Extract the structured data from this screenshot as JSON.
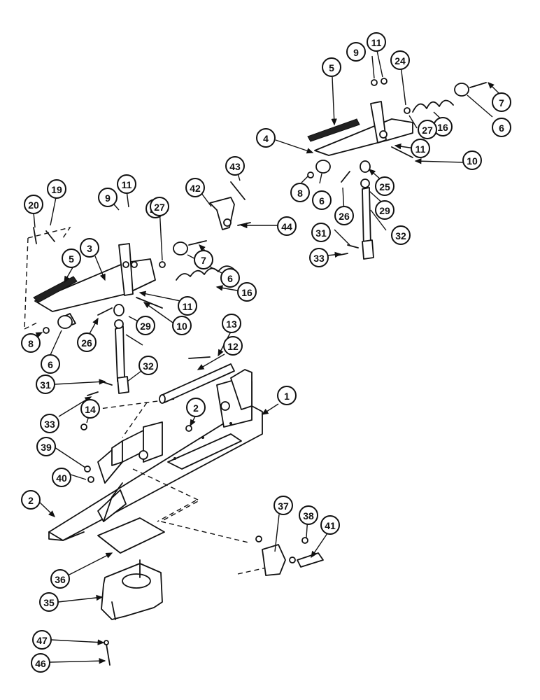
{
  "callouts": [
    "1",
    "2",
    "2",
    "3",
    "4",
    "5",
    "5",
    "6",
    "6",
    "6",
    "6",
    "7",
    "7",
    "8",
    "8",
    "9",
    "9",
    "10",
    "10",
    "11",
    "11",
    "11",
    "11",
    "12",
    "13",
    "14",
    "16",
    "16",
    "19",
    "20",
    "24",
    "25",
    "25",
    "26",
    "26",
    "27",
    "27",
    "29",
    "29",
    "31",
    "31",
    "32",
    "32",
    "33",
    "33",
    "35",
    "36",
    "37",
    "38",
    "39",
    "40",
    "41",
    "42",
    "43",
    "44",
    "46",
    "47"
  ]
}
